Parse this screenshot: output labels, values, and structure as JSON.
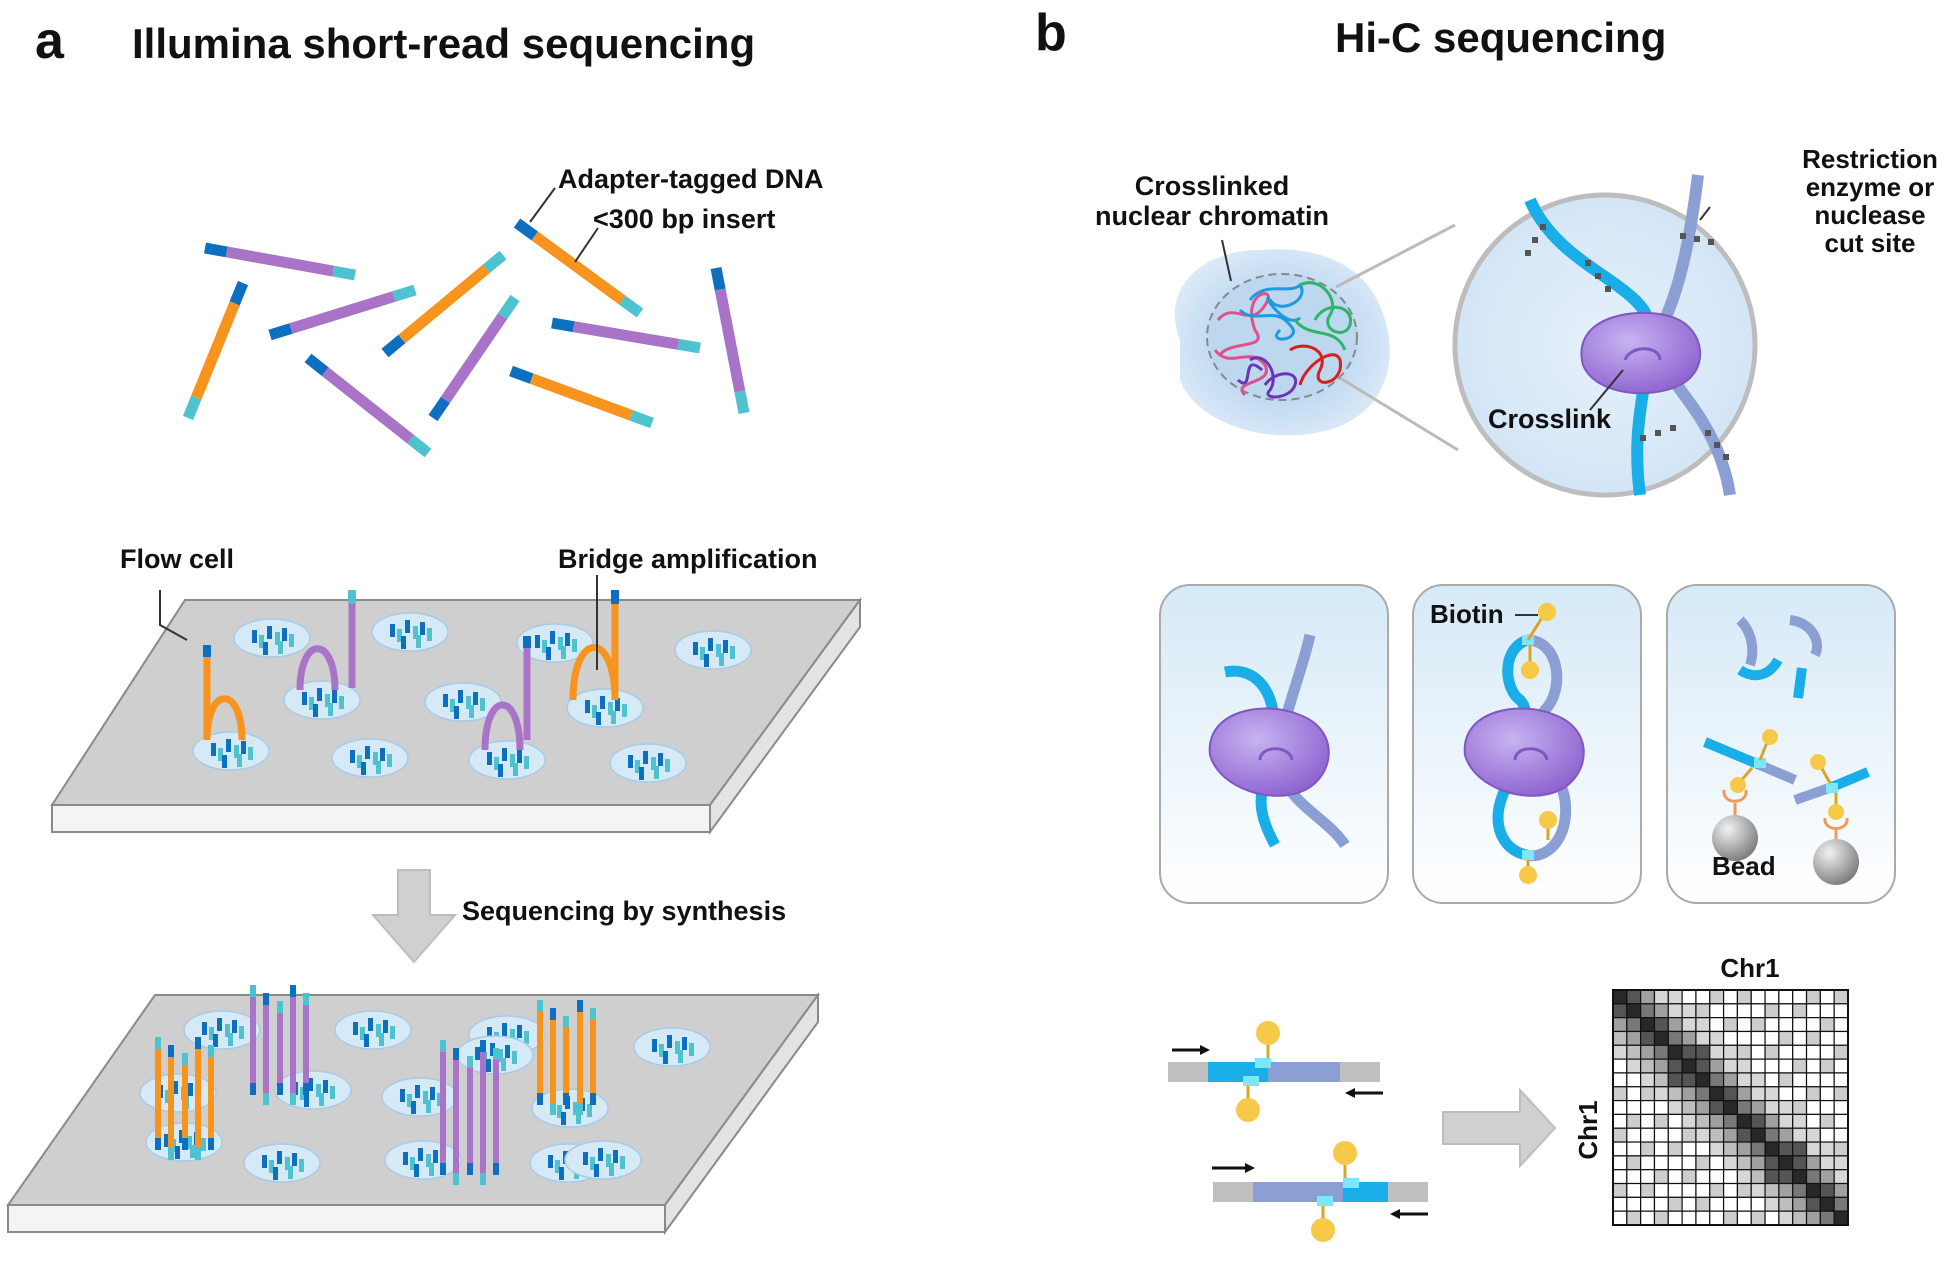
{
  "panel_a": {
    "letter": "a",
    "title": "Illumina short-read sequencing",
    "label_adapter": "Adapter-tagged DNA",
    "label_insert": "<300 bp insert",
    "label_flowcell": "Flow cell",
    "label_bridge": "Bridge amplification",
    "label_sbs": "Sequencing by synthesis"
  },
  "panel_b": {
    "letter": "b",
    "title": "Hi-C sequencing",
    "label_chromatin_1": "Crosslinked",
    "label_chromatin_2": "nuclear chromatin",
    "label_restriction_1": "Restriction",
    "label_restriction_2": "enzyme or",
    "label_restriction_3": "nuclease",
    "label_restriction_4": "cut site",
    "label_crosslink": "Crosslink",
    "label_biotin": "Biotin",
    "label_bead": "Bead",
    "heatmap_top": "Chr1",
    "heatmap_side": "Chr1"
  },
  "colors": {
    "orange": "#F7941D",
    "purple": "#A974C8",
    "dark_blue": "#0D6FC0",
    "cyan": "#4EC3CF",
    "dna_blue": "#19AEE8",
    "dna_lavender": "#8B9FD4",
    "biotin": "#F7C948",
    "plate": "#CFCFCF",
    "protein": "#A98BE0"
  }
}
